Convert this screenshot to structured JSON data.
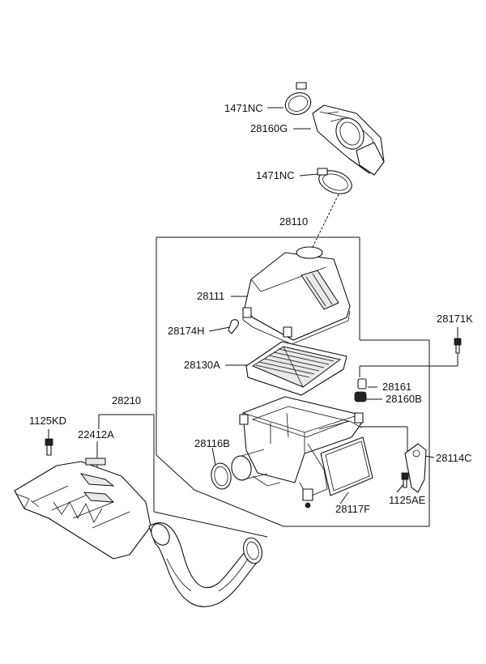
{
  "labels": {
    "p1471nc_top": "1471NC",
    "p28160g": "28160G",
    "p1471nc_mid": "1471NC",
    "p28110": "28110",
    "p28111": "28111",
    "p28171k": "28171K",
    "p28174h": "28174H",
    "p28130a": "28130A",
    "p28161": "28161",
    "p28160b": "28160B",
    "p28210": "28210",
    "p1125kd": "1125KD",
    "p22412a": "22412A",
    "p28116b": "28116B",
    "p28114c": "28114C",
    "p1125ae": "1125AE",
    "p28117f": "28117F"
  },
  "icons": {
    "clamp": "hose-clamp-icon",
    "bolt": "bolt-icon"
  }
}
